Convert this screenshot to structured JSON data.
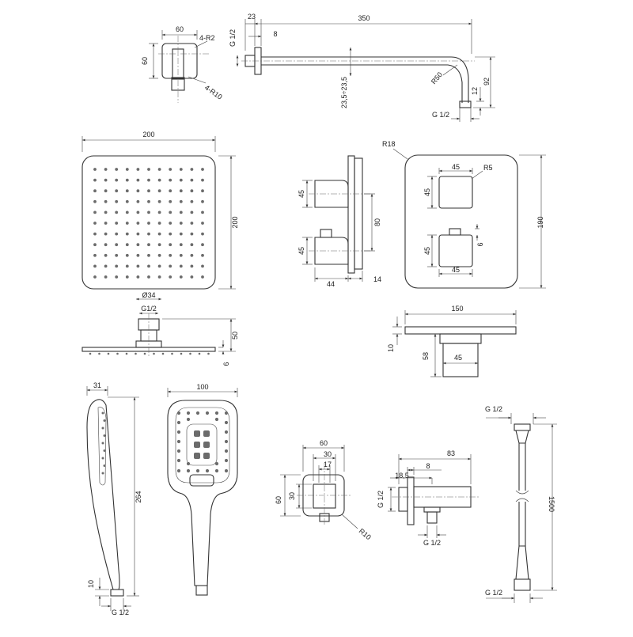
{
  "colors": {
    "line": "#333333",
    "dim": "#444444",
    "text": "#222222",
    "dots": "#6b6b6b",
    "background": "#ffffff"
  },
  "wall_flange": {
    "width": "60",
    "height": "60",
    "corner_small": "4-R2",
    "corner_large": "4-R10"
  },
  "shower_arm": {
    "thread": "G 1/2",
    "offset": "23",
    "plate": "8",
    "length": "350",
    "radius": "R50",
    "height_range": "23,5÷23,5",
    "drop": "92",
    "tip": "12",
    "thread_bottom": "G 1/2"
  },
  "rain_head": {
    "width": "200",
    "height": "200"
  },
  "rain_head_side": {
    "diameter": "Ø34",
    "thread": "G1/2",
    "height": "50",
    "thickness": "6"
  },
  "thermostat_side": {
    "knob_upper": "45",
    "knob_lower": "45",
    "spacing": "80",
    "depth": "44",
    "plate": "14"
  },
  "thermostat_front": {
    "corner": "R18",
    "knob_top_width": "45",
    "knob_radius": "R5",
    "knob_top_height": "45",
    "knob_lower_height": "45",
    "knob_lower_width": "45",
    "gap": "6",
    "height": "190"
  },
  "head_bracket": {
    "width": "150",
    "thickness": "10",
    "depth": "58",
    "stem": "45"
  },
  "hand_shower_side": {
    "width": "31",
    "length": "264",
    "tip": "10",
    "thread": "G 1/2"
  },
  "hand_shower_front": {
    "width": "100"
  },
  "outlet_front": {
    "width": "60",
    "inner": "30",
    "opening": "17",
    "height": "60",
    "inner_height": "30",
    "radius": "R10"
  },
  "outlet_side": {
    "length": "83",
    "offset": "18,5",
    "plate": "8",
    "thread_side": "G 1/2",
    "thread_bottom": "G 1/2"
  },
  "hose": {
    "thread_top": "G 1/2",
    "length": "1500",
    "thread_bottom": "G 1/2"
  }
}
